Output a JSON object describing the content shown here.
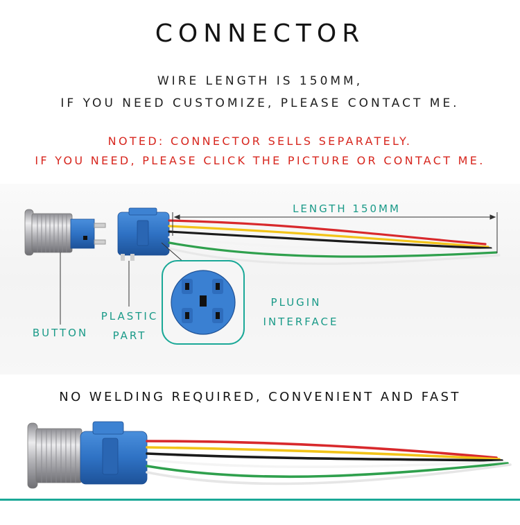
{
  "heading": {
    "title": "CONNECTOR",
    "wire_line_1": "WIRE LENGTH IS 150MM,",
    "wire_line_2": "IF YOU NEED CUSTOMIZE, PLEASE CONTACT ME."
  },
  "notice": {
    "line_1": "NOTED: CONNECTOR SELLS SEPARATELY.",
    "line_2": "IF YOU NEED, PLEASE CLICK THE PICTURE OR CONTACT ME."
  },
  "diagram": {
    "length_label": "LENGTH  150MM",
    "button_label": "BUTTON",
    "plastic_part_line_1": "PLASTIC",
    "plastic_part_line_2": "PART",
    "plugin_line_1": "PLUGIN",
    "plugin_line_2": "INTERFACE"
  },
  "slogan": "NO WELDING REQUIRED, CONVENIENT AND FAST",
  "colors": {
    "notice_red": "#d7261e",
    "label_teal": "#1a9a88",
    "connector_blue": "#2f72c4",
    "metal": "#c9c9cc"
  }
}
